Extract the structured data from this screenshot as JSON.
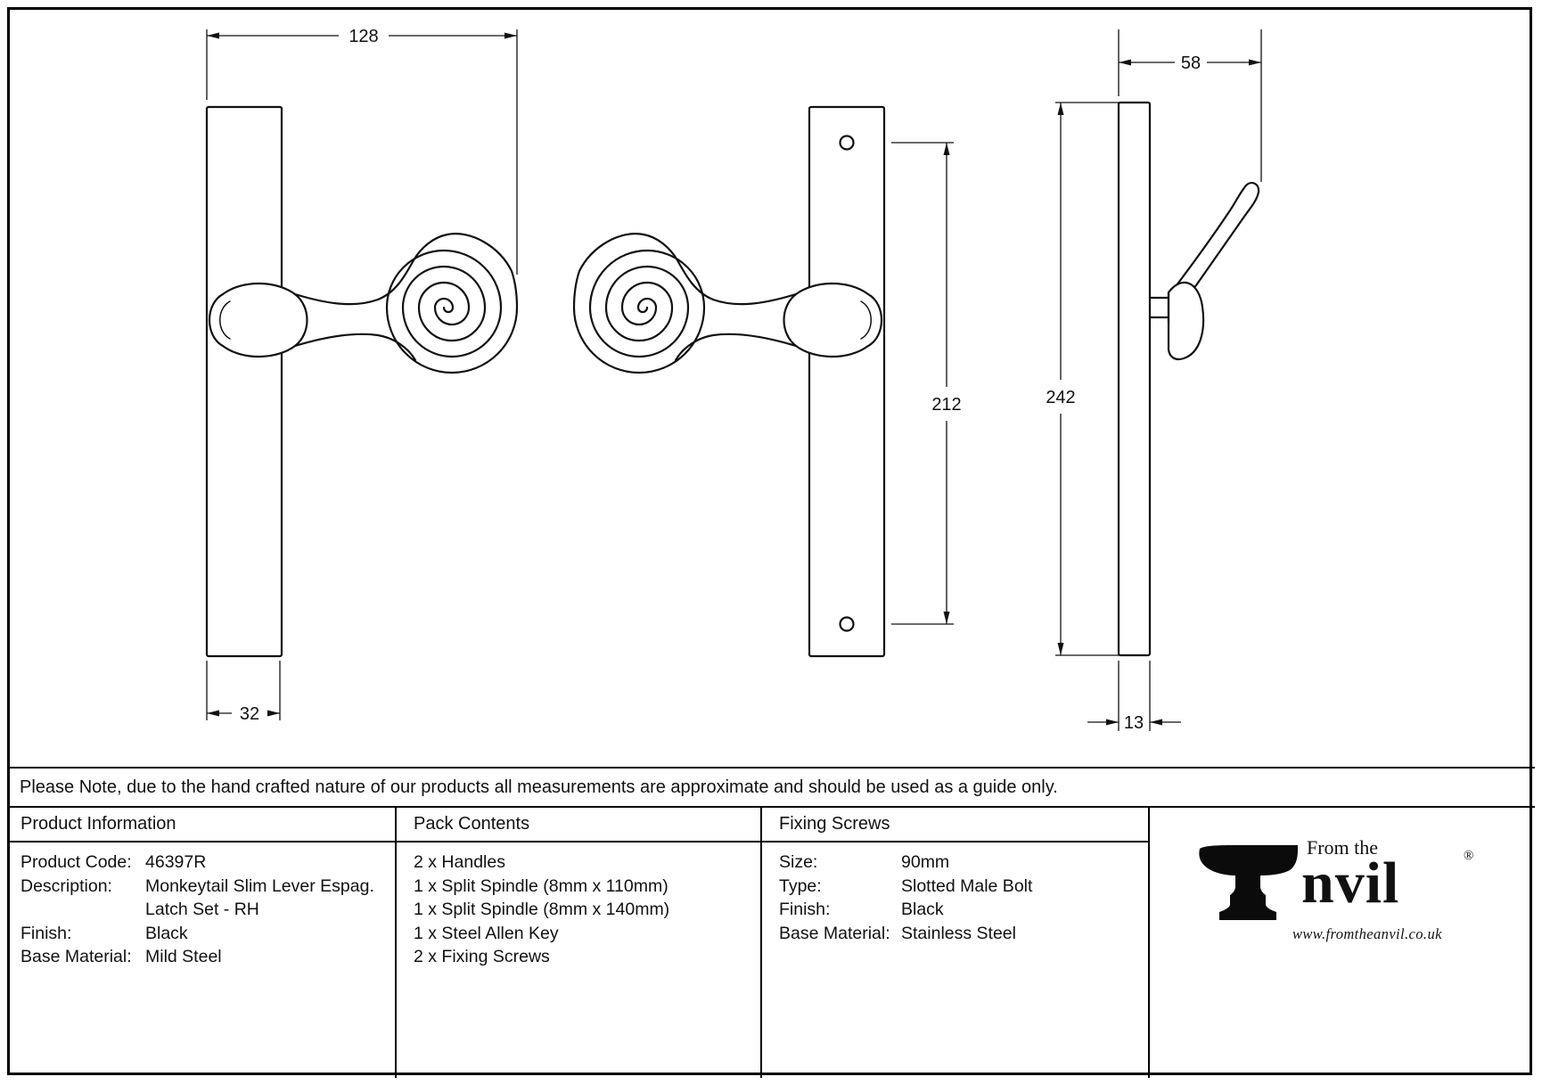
{
  "note": "Please Note, due to the hand crafted nature of our products all measurements are approximate and should be used as a guide only.",
  "drawing": {
    "dims": {
      "plate_to_tail": "128",
      "plate_width": "32",
      "screw_centres": "212",
      "plate_height": "242",
      "projection": "58",
      "plate_thickness": "13"
    }
  },
  "product_info": {
    "header": "Product Information",
    "rows": [
      {
        "label": "Product Code:",
        "value": "46397R"
      },
      {
        "label": "Description:",
        "value": "Monkeytail Slim Lever Espag."
      },
      {
        "label": "",
        "value": "Latch Set - RH"
      },
      {
        "label": "Finish:",
        "value": "Black"
      },
      {
        "label": "Base Material:",
        "value": "Mild Steel"
      }
    ]
  },
  "pack_contents": {
    "header": "Pack Contents",
    "items": [
      "2 x Handles",
      "1 x Split Spindle (8mm x 110mm)",
      "1 x Split Spindle (8mm x 140mm)",
      "1 x Steel Allen Key",
      "2 x Fixing Screws"
    ]
  },
  "fixing_screws": {
    "header": "Fixing Screws",
    "rows": [
      {
        "label": "Size:",
        "value": "90mm"
      },
      {
        "label": "Type:",
        "value": "Slotted Male Bolt"
      },
      {
        "label": "Finish:",
        "value": "Black"
      },
      {
        "label": "Base Material:",
        "value": "Stainless Steel"
      }
    ]
  },
  "logo": {
    "from_the": "From the",
    "brand": "nvil",
    "registered": "®",
    "website": "www.fromtheanvil.co.uk"
  },
  "colors": {
    "line": "#111111",
    "background": "#ffffff"
  }
}
